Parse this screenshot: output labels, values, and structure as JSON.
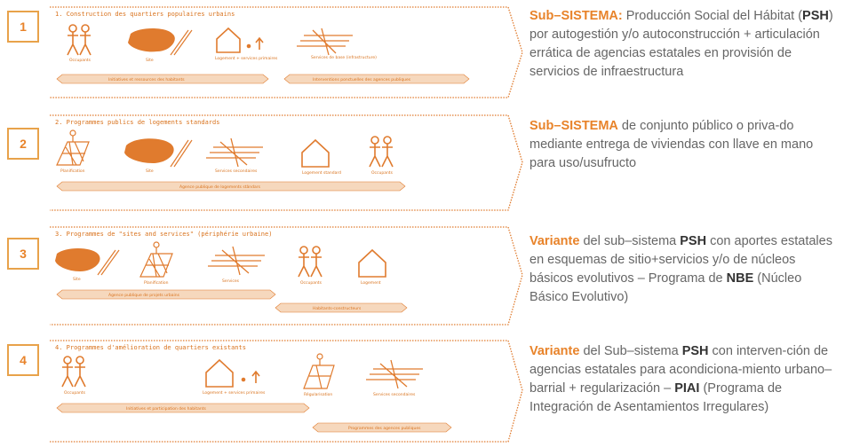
{
  "colors": {
    "accent": "#e8832a",
    "sketch": "#e07b2e",
    "body_text": "#666666"
  },
  "rows": [
    {
      "number": "1",
      "panel_title": "1. Construction des quartiers populaires urbains",
      "figure_labels": [
        "Occupants",
        "Site",
        "Logement + services primaires",
        "Services de base (infrastructure)"
      ],
      "band_labels": [
        "Initiatives et ressources des habitants",
        "Interventions ponctuelles des agences publiques"
      ],
      "desc": {
        "lead": "Sub–SISTEMA:",
        "p1": " Producción Social del Hábitat (",
        "b1": "PSH",
        "p2": ") por autogestión y/o autoconstrucción + articulación errática de agencias estatales en provisión de servicios de infraestructura"
      }
    },
    {
      "number": "2",
      "panel_title": "2. Programmes publics de logements standards",
      "figure_labels": [
        "Planification",
        "Site",
        "Services secondaires",
        "Logement standard",
        "Occupants"
      ],
      "band_labels": [
        "Agence publique de logements stândars"
      ],
      "desc": {
        "lead": "Sub–SISTEMA",
        "p1": " de conjunto público o priva-do mediante entrega de viviendas con llave en mano para uso/usufructo"
      }
    },
    {
      "number": "3",
      "panel_title": "3. Programmes de \"sites and services\" (périphérie urbaine)",
      "figure_labels": [
        "Site",
        "Planification",
        "Services",
        "Occupants",
        "Logement"
      ],
      "band_labels": [
        "Agence publique de projets urbains",
        "Habitants-constructeurs"
      ],
      "desc": {
        "lead": "Variante",
        "p1": " del sub–sistema ",
        "b1": "PSH",
        "p2": " con aportes estatales en esquemas de sitio+servicios y/o de núcleos básicos evolutivos – Programa de ",
        "b2": "NBE",
        "p3": " (Núcleo Básico Evolutivo)"
      }
    },
    {
      "number": "4",
      "panel_title": "4. Programmes d'amélioration de quartiers existants",
      "figure_labels": [
        "Occupants",
        "Logement + services primaires",
        "Régularisation",
        "Services secondaires"
      ],
      "band_labels": [
        "Initiatives et participation des habitants",
        "Programmes des agences publiques"
      ],
      "desc": {
        "lead": "Variante",
        "p1": " del Sub–sistema ",
        "b1": "PSH",
        "p2": " con interven-ción de agencias estatales para acondiciona-miento urbano–barrial + regularización – ",
        "b2": "PIAI",
        "p3": " (Programa de Integración de Asentamientos Irregulares)"
      }
    }
  ]
}
